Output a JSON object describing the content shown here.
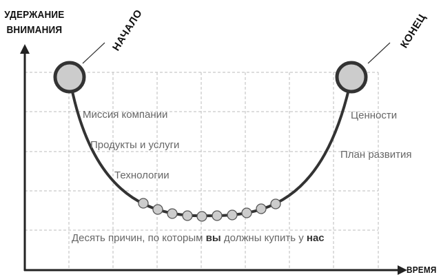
{
  "diagram": {
    "y_axis_title": [
      "УДЕРЖАНИЕ",
      "ВНИМАНИЯ"
    ],
    "x_axis_title": "ВРЕМЯ",
    "start_tag": "НАЧАЛО",
    "end_tag": "КОНЕЦ",
    "left_labels": [
      "Миссия компании",
      "Продукты и услуги",
      "Технологии"
    ],
    "right_labels": [
      "Ценности",
      "План развития"
    ],
    "bottom_label": {
      "part1": "Десять причин, по которым ",
      "bold1": "вы",
      "part2": " должны купить у ",
      "bold2": "нас"
    },
    "colors": {
      "curve": "#333333",
      "node_fill": "#cccccc",
      "grid": "#bbbbbb",
      "label_text": "#666666"
    }
  }
}
